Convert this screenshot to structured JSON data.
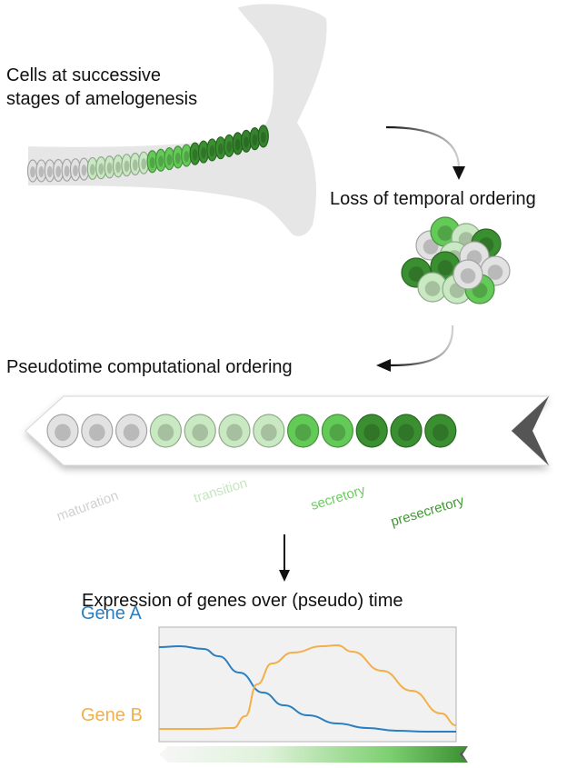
{
  "labels": {
    "cells_stages_line1": "Cells at successive",
    "cells_stages_line2": "stages of amelogenesis",
    "loss_ordering": "Loss of temporal ordering",
    "pseudotime_ordering": "Pseudotime computational ordering",
    "expression_title": "Expression of genes over (pseudo) time",
    "gene_a": "Gene A",
    "gene_b": "Gene B"
  },
  "stages": [
    {
      "name": "maturation",
      "color": "#d0d0d0"
    },
    {
      "name": "transition",
      "color": "#c6e5c0"
    },
    {
      "name": "secretory",
      "color": "#6ccd5f"
    },
    {
      "name": "presecretory",
      "color": "#3f9a33"
    }
  ],
  "colors": {
    "gene_a": "#2a7fc1",
    "gene_b": "#f1b04a",
    "maturation": "#e2e2e2",
    "transition": "#c9e9c2",
    "secretory": "#63c957",
    "presecretory": "#3a8f31"
  },
  "chart_data": {
    "type": "line",
    "title": "Expression of genes over (pseudo) time",
    "xlabel": "",
    "ylabel": "",
    "series": [
      {
        "name": "Gene A",
        "color": "#2a7fc1",
        "x": [
          0,
          0.07,
          0.15,
          0.2,
          0.27,
          0.35,
          0.42,
          0.5,
          0.6,
          0.7,
          0.8,
          0.9,
          1
        ],
        "y": [
          0.96,
          0.97,
          0.94,
          0.86,
          0.68,
          0.46,
          0.32,
          0.21,
          0.12,
          0.07,
          0.04,
          0.03,
          0.03
        ]
      },
      {
        "name": "Gene B",
        "color": "#f1b04a",
        "x": [
          0,
          0.15,
          0.25,
          0.29,
          0.33,
          0.38,
          0.45,
          0.55,
          0.6,
          0.65,
          0.75,
          0.85,
          0.95,
          1
        ],
        "y": [
          0.06,
          0.06,
          0.07,
          0.2,
          0.55,
          0.78,
          0.9,
          0.97,
          0.98,
          0.91,
          0.7,
          0.48,
          0.23,
          0.1
        ]
      }
    ],
    "xlim": [
      0,
      1
    ],
    "ylim": [
      0,
      1
    ],
    "grid": false,
    "legend": "left"
  }
}
